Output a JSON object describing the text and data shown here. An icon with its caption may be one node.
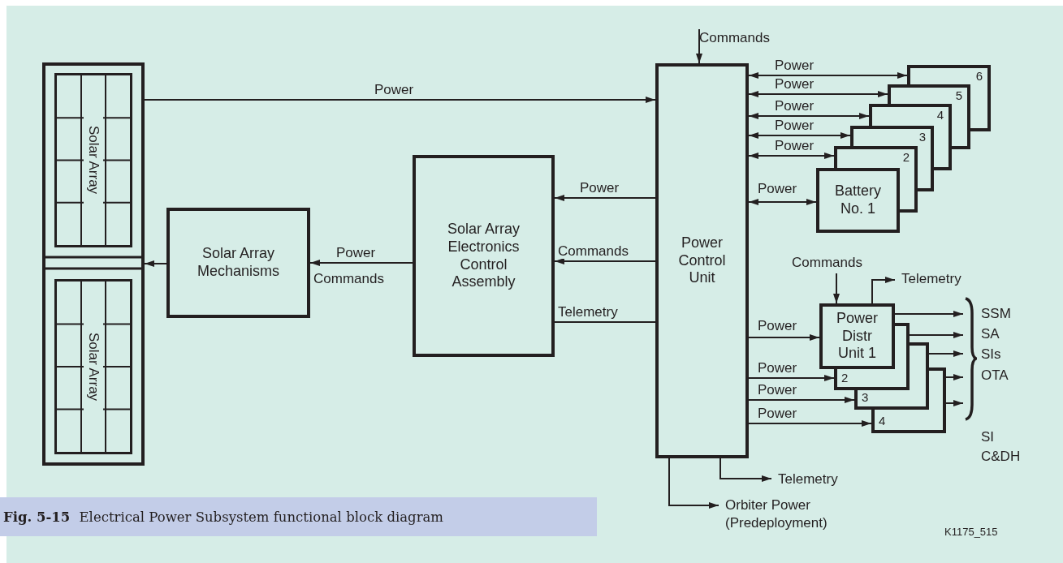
{
  "diagram": {
    "caption": "**Fig. 5-15** Electrical Power Subsystem functional block diagram",
    "nodes": [
      {
        "text": [],
        "shape": "box"
      },
      {
        "text": [
          "Solar Array"
        ],
        "in": 0
      },
      {
        "text": [
          "Solar Array"
        ],
        "in": 0
      },
      {
        "text": [
          "Solar Array Mechanisms"
        ]
      },
      {
        "text": [
          "Solar Array Electronics Control Assembly"
        ]
      },
      {
        "text": [
          "Power Control Unit"
        ]
      },
      {
        "text": [
          "Battery No. 1"
        ]
      },
      {
        "text": [
          "2"
        ]
      },
      {
        "text": [
          "3"
        ]
      },
      {
        "text": [
          "4"
        ]
      },
      {
        "text": [
          "5"
        ]
      },
      {
        "text": [
          "6"
        ]
      },
      {
        "text": [
          "Power Distr Unit 1"
        ]
      },
      {
        "text": [
          "2"
        ]
      },
      {
        "text": [
          "3"
        ]
      },
      {
        "text": [
          "4"
        ]
      },
      {
        "text": [
          "Commands"
        ]
      },
      {
        "text": [
          "Commands"
        ]
      },
      {
        "text": [
          "Telemetry"
        ]
      },
      {
        "text": [
          "Telemetry"
        ]
      },
      {
        "text": [
          "Orbiter Power (Predeployment)"
        ]
      },
      {
        "text": [],
        "shape": "bracket",
        "beside": [
          "SSM",
          "SA",
          "SIs",
          "OTA",
          "SI C&DH"
        ]
      }
    ],
    "edges": [
      {
        "from": 0,
        "to": 5,
        "arrow": "to",
        "label": "Power"
      },
      {
        "from": 4,
        "to": 3,
        "arrow": "to",
        "label": "Power"
      },
      {
        "from": 3,
        "to": 0,
        "arrow": "to"
      },
      {
        "from": 5,
        "to": 4,
        "arrow": "to",
        "label": "Power"
      },
      {
        "from": 5,
        "to": 4,
        "arrow": "to",
        "label": "Commands"
      },
      {
        "from": 4,
        "to": 5,
        "arrow": "to",
        "label": "Telemetry"
      },
      {
        "from": 16,
        "to": 5,
        "arrow": "to"
      },
      {
        "from": 5,
        "to": 11,
        "arrow": "both",
        "label": "Power"
      },
      {
        "from": 5,
        "to": 10,
        "arrow": "both",
        "label": "Power"
      },
      {
        "from": 5,
        "to": 9,
        "arrow": "both",
        "label": "Power"
      },
      {
        "from": 5,
        "to": 8,
        "arrow": "both",
        "label": "Power"
      },
      {
        "from": 5,
        "to": 7,
        "arrow": "both",
        "label": "Power"
      },
      {
        "from": 5,
        "to": 6,
        "arrow": "both",
        "label": "Power"
      },
      {
        "from": 5,
        "to": 12,
        "arrow": "to",
        "label": "Power"
      },
      {
        "from": 5,
        "to": 13,
        "arrow": "to",
        "label": "Power"
      },
      {
        "from": 5,
        "to": 14,
        "arrow": "to",
        "label": "Power"
      },
      {
        "from": 5,
        "to": 15,
        "arrow": "to",
        "label": "Power"
      },
      {
        "from": 17,
        "to": 12,
        "arrow": "to"
      },
      {
        "from": 12,
        "to": 18,
        "arrow": "to"
      },
      {
        "from": 12,
        "to": 21,
        "arrow": "to"
      },
      {
        "from": 13,
        "to": 21,
        "arrow": "to"
      },
      {
        "from": 14,
        "to": 21,
        "arrow": "to"
      },
      {
        "from": 15,
        "to": 21,
        "arrow": "to"
      },
      {
        "from": 15,
        "to": 21,
        "arrow": "to"
      },
      {
        "from": 5,
        "to": 19,
        "arrow": "to"
      },
      {
        "from": 5,
        "to": 20,
        "arrow": "to"
      }
    ],
    "labels": [
      "Commands",
      "K1175_515"
    ]
  }
}
